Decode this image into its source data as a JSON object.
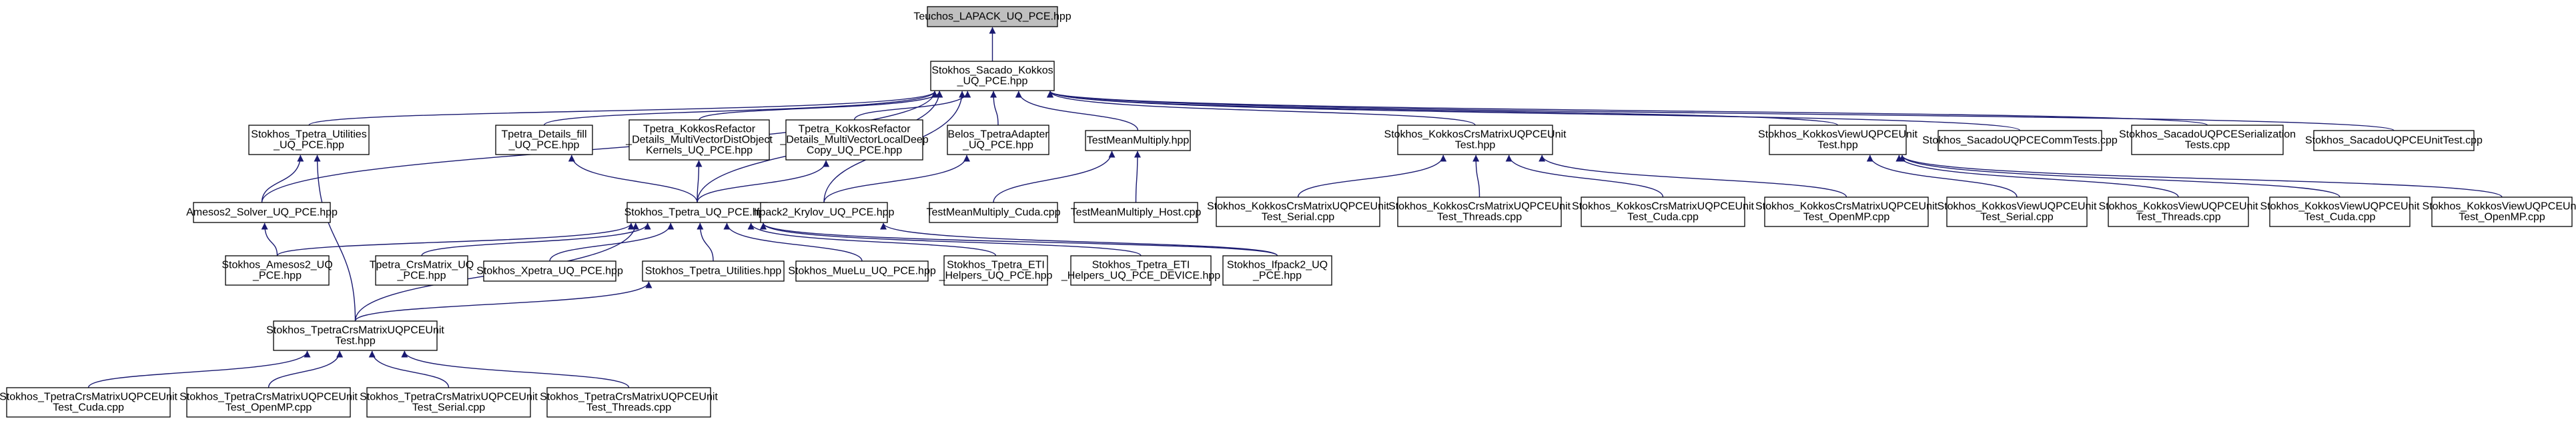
{
  "graph": {
    "title": "Include dependency graph",
    "nodes": [
      {
        "id": "root",
        "lines": [
          "Teuchos_LAPACK_UQ_PCE.hpp"
        ]
      },
      {
        "id": "sacado_kokkos",
        "lines": [
          "Stokhos_Sacado_Kokkos",
          "_UQ_PCE.hpp"
        ]
      },
      {
        "id": "tpetra_utilities_uq",
        "lines": [
          "Stokhos_Tpetra_Utilities",
          "_UQ_PCE.hpp"
        ]
      },
      {
        "id": "tpetra_details_fill",
        "lines": [
          "Tpetra_Details_fill",
          "_UQ_PCE.hpp"
        ]
      },
      {
        "id": "tpetra_kr_multivectordistobject",
        "lines": [
          "Tpetra_KokkosRefactor",
          "_Details_MultiVectorDistObject",
          "Kernels_UQ_PCE.hpp"
        ]
      },
      {
        "id": "tpetra_kr_multivectorlocaldeepcopy",
        "lines": [
          "Tpetra_KokkosRefactor",
          "_Details_MultiVectorLocalDeep",
          "Copy_UQ_PCE.hpp"
        ]
      },
      {
        "id": "belos_tpetraadapter",
        "lines": [
          "Belos_TpetraAdapter",
          "_UQ_PCE.hpp"
        ]
      },
      {
        "id": "testmeanmultiply_hpp",
        "lines": [
          "TestMeanMultiply.hpp"
        ]
      },
      {
        "id": "kokkos_crsmatrix_test_hpp",
        "lines": [
          "Stokhos_KokkosCrsMatrixUQPCEUnit",
          "Test.hpp"
        ]
      },
      {
        "id": "kokkos_view_test_hpp",
        "lines": [
          "Stokhos_KokkosViewUQPCEUnit",
          "Test.hpp"
        ]
      },
      {
        "id": "sacado_comm_tests",
        "lines": [
          "Stokhos_SacadoUQPCECommTests.cpp"
        ]
      },
      {
        "id": "sacado_serialization_tests",
        "lines": [
          "Stokhos_SacadoUQPCESerialization",
          "Tests.cpp"
        ]
      },
      {
        "id": "sacado_unit_test",
        "lines": [
          "Stokhos_SacadoUQPCEUnitTest.cpp"
        ]
      },
      {
        "id": "amesos2_solver",
        "lines": [
          "Amesos2_Solver_UQ_PCE.hpp"
        ]
      },
      {
        "id": "tpetra_uq_pce",
        "lines": [
          "Stokhos_Tpetra_UQ_PCE.hpp"
        ]
      },
      {
        "id": "ifpack2_krylov",
        "lines": [
          "Ifpack2_Krylov_UQ_PCE.hpp"
        ]
      },
      {
        "id": "testmeanmultiply_cuda",
        "lines": [
          "TestMeanMultiply_Cuda.cpp"
        ]
      },
      {
        "id": "testmeanmultiply_host",
        "lines": [
          "TestMeanMultiply_Host.cpp"
        ]
      },
      {
        "id": "crs_test_serial",
        "lines": [
          "Stokhos_KokkosCrsMatrixUQPCEUnit",
          "Test_Serial.cpp"
        ]
      },
      {
        "id": "crs_test_threads",
        "lines": [
          "Stokhos_KokkosCrsMatrixUQPCEUnit",
          "Test_Threads.cpp"
        ]
      },
      {
        "id": "crs_test_cuda",
        "lines": [
          "Stokhos_KokkosCrsMatrixUQPCEUnit",
          "Test_Cuda.cpp"
        ]
      },
      {
        "id": "crs_test_openmp",
        "lines": [
          "Stokhos_KokkosCrsMatrixUQPCEUnit",
          "Test_OpenMP.cpp"
        ]
      },
      {
        "id": "view_test_serial",
        "lines": [
          "Stokhos_KokkosViewUQPCEUnit",
          "Test_Serial.cpp"
        ]
      },
      {
        "id": "view_test_threads",
        "lines": [
          "Stokhos_KokkosViewUQPCEUnit",
          "Test_Threads.cpp"
        ]
      },
      {
        "id": "view_test_cuda",
        "lines": [
          "Stokhos_KokkosViewUQPCEUnit",
          "Test_Cuda.cpp"
        ]
      },
      {
        "id": "view_test_openmp",
        "lines": [
          "Stokhos_KokkosViewUQPCEUnit",
          "Test_OpenMP.cpp"
        ]
      },
      {
        "id": "amesos2_uq",
        "lines": [
          "Stokhos_Amesos2_UQ",
          "_PCE.hpp"
        ]
      },
      {
        "id": "tpetra_crsmatrix_uq",
        "lines": [
          "Tpetra_CrsMatrix_UQ",
          "_PCE.hpp"
        ]
      },
      {
        "id": "xpetra_uq",
        "lines": [
          "Stokhos_Xpetra_UQ_PCE.hpp"
        ]
      },
      {
        "id": "tpetra_utilities",
        "lines": [
          "Stokhos_Tpetra_Utilities.hpp"
        ]
      },
      {
        "id": "muelu_uq",
        "lines": [
          "Stokhos_MueLu_UQ_PCE.hpp"
        ]
      },
      {
        "id": "tpetra_eti_helpers",
        "lines": [
          "Stokhos_Tpetra_ETI",
          "_Helpers_UQ_PCE.hpp"
        ]
      },
      {
        "id": "tpetra_eti_helpers_device",
        "lines": [
          "Stokhos_Tpetra_ETI",
          "_Helpers_UQ_PCE_DEVICE.hpp"
        ]
      },
      {
        "id": "ifpack2_uq",
        "lines": [
          "Stokhos_Ifpack2_UQ",
          "_PCE.hpp"
        ]
      },
      {
        "id": "tpetra_crsmatrix_test_hpp",
        "lines": [
          "Stokhos_TpetraCrsMatrixUQPCEUnit",
          "Test.hpp"
        ]
      },
      {
        "id": "tcrs_test_cuda",
        "lines": [
          "Stokhos_TpetraCrsMatrixUQPCEUnit",
          "Test_Cuda.cpp"
        ]
      },
      {
        "id": "tcrs_test_openmp",
        "lines": [
          "Stokhos_TpetraCrsMatrixUQPCEUnit",
          "Test_OpenMP.cpp"
        ]
      },
      {
        "id": "tcrs_test_serial",
        "lines": [
          "Stokhos_TpetraCrsMatrixUQPCEUnit",
          "Test_Serial.cpp"
        ]
      },
      {
        "id": "tcrs_test_threads",
        "lines": [
          "Stokhos_TpetraCrsMatrixUQPCEUnit",
          "Test_Threads.cpp"
        ]
      }
    ],
    "edges": [
      [
        "sacado_kokkos",
        "root"
      ],
      [
        "tpetra_utilities_uq",
        "sacado_kokkos"
      ],
      [
        "tpetra_details_fill",
        "sacado_kokkos"
      ],
      [
        "tpetra_kr_multivectordistobject",
        "sacado_kokkos"
      ],
      [
        "tpetra_kr_multivectorlocaldeepcopy",
        "sacado_kokkos"
      ],
      [
        "belos_tpetraadapter",
        "sacado_kokkos"
      ],
      [
        "testmeanmultiply_hpp",
        "sacado_kokkos"
      ],
      [
        "kokkos_crsmatrix_test_hpp",
        "sacado_kokkos"
      ],
      [
        "kokkos_view_test_hpp",
        "sacado_kokkos"
      ],
      [
        "sacado_comm_tests",
        "sacado_kokkos"
      ],
      [
        "sacado_serialization_tests",
        "sacado_kokkos"
      ],
      [
        "sacado_unit_test",
        "sacado_kokkos"
      ],
      [
        "amesos2_solver",
        "sacado_kokkos"
      ],
      [
        "tpetra_uq_pce",
        "sacado_kokkos"
      ],
      [
        "ifpack2_krylov",
        "sacado_kokkos"
      ],
      [
        "amesos2_solver",
        "tpetra_utilities_uq"
      ],
      [
        "tpetra_crsmatrix_test_hpp",
        "tpetra_utilities_uq"
      ],
      [
        "tpetra_uq_pce",
        "tpetra_details_fill"
      ],
      [
        "tpetra_uq_pce",
        "tpetra_kr_multivectordistobject"
      ],
      [
        "tpetra_uq_pce",
        "tpetra_kr_multivectorlocaldeepcopy"
      ],
      [
        "ifpack2_krylov",
        "belos_tpetraadapter"
      ],
      [
        "testmeanmultiply_cuda",
        "testmeanmultiply_hpp"
      ],
      [
        "testmeanmultiply_host",
        "testmeanmultiply_hpp"
      ],
      [
        "crs_test_serial",
        "kokkos_crsmatrix_test_hpp"
      ],
      [
        "crs_test_threads",
        "kokkos_crsmatrix_test_hpp"
      ],
      [
        "crs_test_cuda",
        "kokkos_crsmatrix_test_hpp"
      ],
      [
        "crs_test_openmp",
        "kokkos_crsmatrix_test_hpp"
      ],
      [
        "view_test_serial",
        "kokkos_view_test_hpp"
      ],
      [
        "view_test_threads",
        "kokkos_view_test_hpp"
      ],
      [
        "view_test_cuda",
        "kokkos_view_test_hpp"
      ],
      [
        "view_test_openmp",
        "kokkos_view_test_hpp"
      ],
      [
        "amesos2_uq",
        "amesos2_solver"
      ],
      [
        "amesos2_uq",
        "tpetra_uq_pce"
      ],
      [
        "tpetra_crsmatrix_uq",
        "tpetra_uq_pce"
      ],
      [
        "xpetra_uq",
        "tpetra_uq_pce"
      ],
      [
        "tpetra_utilities",
        "tpetra_uq_pce"
      ],
      [
        "muelu_uq",
        "tpetra_uq_pce"
      ],
      [
        "tpetra_eti_helpers",
        "tpetra_uq_pce"
      ],
      [
        "tpetra_eti_helpers_device",
        "tpetra_uq_pce"
      ],
      [
        "ifpack2_uq",
        "tpetra_uq_pce"
      ],
      [
        "ifpack2_krylov",
        "tpetra_uq_pce"
      ],
      [
        "tpetra_crsmatrix_test_hpp",
        "tpetra_uq_pce"
      ],
      [
        "ifpack2_uq",
        "ifpack2_krylov"
      ],
      [
        "tpetra_crsmatrix_test_hpp",
        "tpetra_utilities"
      ],
      [
        "tcrs_test_cuda",
        "tpetra_crsmatrix_test_hpp"
      ],
      [
        "tcrs_test_openmp",
        "tpetra_crsmatrix_test_hpp"
      ],
      [
        "tcrs_test_serial",
        "tpetra_crsmatrix_test_hpp"
      ],
      [
        "tcrs_test_threads",
        "tpetra_crsmatrix_test_hpp"
      ]
    ]
  }
}
